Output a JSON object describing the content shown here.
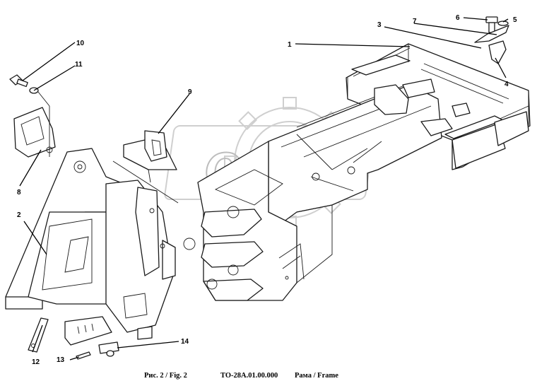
{
  "caption": {
    "figure": "Рис. 2 / Fig. 2",
    "code": "ТО-28А.01.00.000",
    "title": "Рама / Frame"
  },
  "watermark": {
    "text": "OPEX"
  },
  "callouts": [
    {
      "id": "c1",
      "label": "1"
    },
    {
      "id": "c2",
      "label": "2"
    },
    {
      "id": "c3",
      "label": "3"
    },
    {
      "id": "c4",
      "label": "4"
    },
    {
      "id": "c5",
      "label": "5"
    },
    {
      "id": "c6",
      "label": "6"
    },
    {
      "id": "c7",
      "label": "7"
    },
    {
      "id": "c8",
      "label": "8"
    },
    {
      "id": "c9",
      "label": "9"
    },
    {
      "id": "c10",
      "label": "10"
    },
    {
      "id": "c11",
      "label": "11"
    },
    {
      "id": "c12",
      "label": "12"
    },
    {
      "id": "c13",
      "label": "13"
    },
    {
      "id": "c14",
      "label": "14"
    }
  ]
}
